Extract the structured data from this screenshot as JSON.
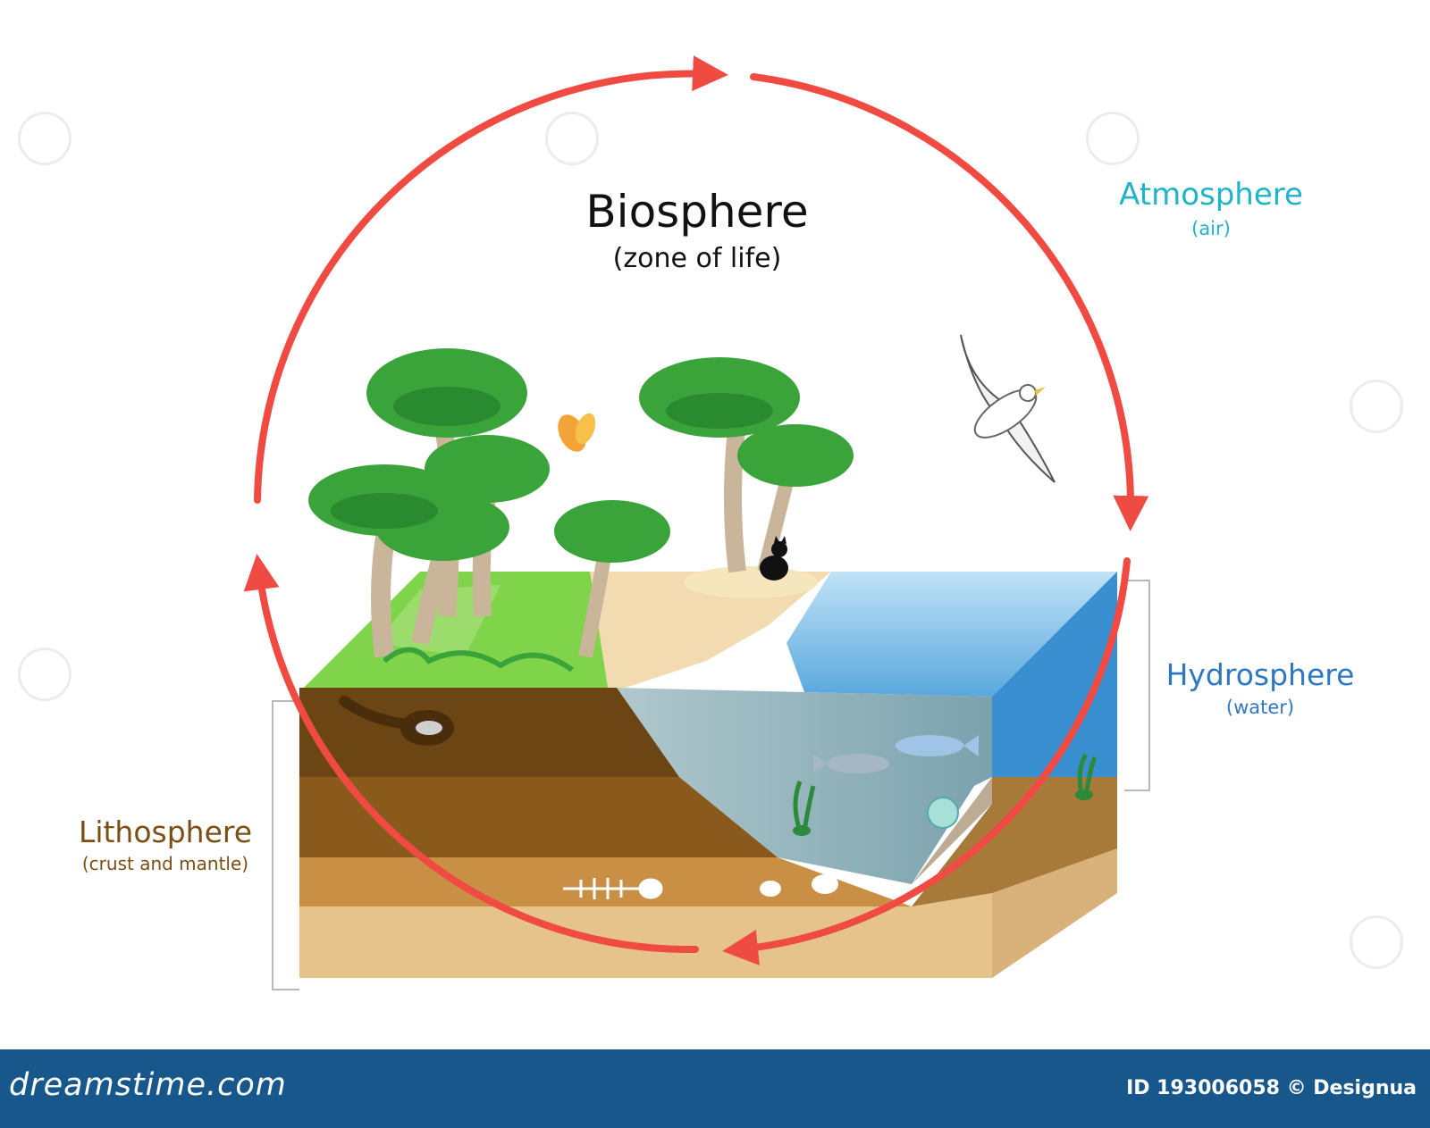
{
  "labels": {
    "biosphere_title": "Biosphere",
    "biosphere_sub": "(zone of life)",
    "atmosphere_title": "Atmosphere",
    "atmosphere_sub": "(air)",
    "hydrosphere_title": "Hydrosphere",
    "hydrosphere_sub": "(water)",
    "lithosphere_title": "Lithosphere",
    "lithosphere_sub": "(crust and mantle)"
  },
  "footer": {
    "logo": "dreamstime.com",
    "credit": "ID 193006058 © Designua"
  },
  "colors": {
    "arrow": "#ef4b43",
    "atmosphere": "#1fb4c8",
    "hydrosphere": "#2f78c0",
    "lithosphere": "#7a4f14",
    "footer_bg": "#17578c"
  }
}
